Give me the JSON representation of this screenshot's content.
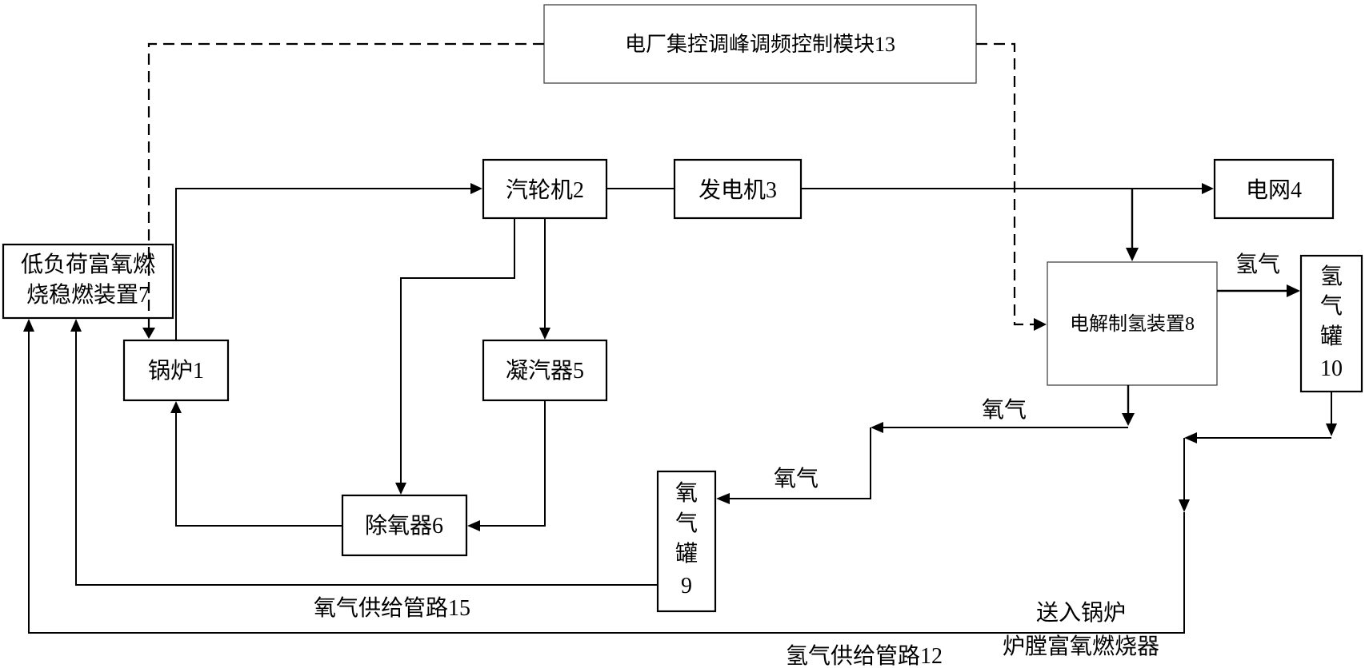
{
  "nodes": {
    "control_module": "电厂集控调峰调频控制模块13",
    "boiler": "锅炉1",
    "turbine": "汽轮机2",
    "generator": "发电机3",
    "grid": "电网4",
    "condenser": "凝汽器5",
    "deaerator": "除氧器6",
    "combustion_device": {
      "line1": "低负荷富氧燃",
      "line2": "烧稳燃装置7"
    },
    "electrolysis": "电解制氢装置8",
    "oxygen_tank": [
      "氧",
      "气",
      "罐",
      "9"
    ],
    "hydrogen_tank": [
      "氢",
      "气",
      "罐",
      "10"
    ]
  },
  "labels": {
    "hydrogen_gas": "氢气",
    "oxygen_gas_upper": "氧气",
    "oxygen_gas_lower": "氧气",
    "oxygen_pipeline": "氧气供给管路15",
    "hydrogen_pipeline": "氢气供给管路12",
    "to_boiler_line1": "送入锅炉",
    "to_boiler_line2": "炉膛富氧燃烧器"
  }
}
